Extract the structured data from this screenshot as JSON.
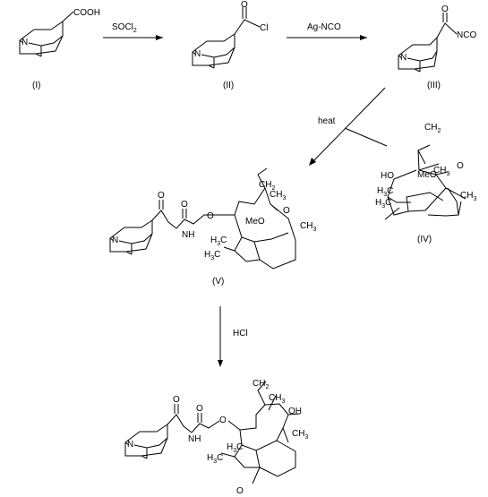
{
  "compounds": {
    "c1_label": "(I)",
    "c1_group": "COOH",
    "c2_label": "(II)",
    "c2_group_o": "O",
    "c2_group_cl": "Cl",
    "c3_label": "(III)",
    "c3_group_o": "O",
    "c3_group": "NCO",
    "c4_label": "(IV)",
    "c5_label": "(V)",
    "nitrogen": "N"
  },
  "reagents": {
    "step1": "SOCl",
    "step1_sub": "2",
    "step2": "Ag-NCO",
    "step3": "heat",
    "step4": "HCl"
  },
  "atoms": {
    "ch2": "CH",
    "ch2_sub": "2",
    "ch3": "CH",
    "ch3_sub": "3",
    "h3c": "H",
    "h3c_sub": "3",
    "h3c_c": "C",
    "o": "O",
    "meo": "MeO",
    "ho": "HO",
    "oh": "OH",
    "nh": "NH"
  }
}
